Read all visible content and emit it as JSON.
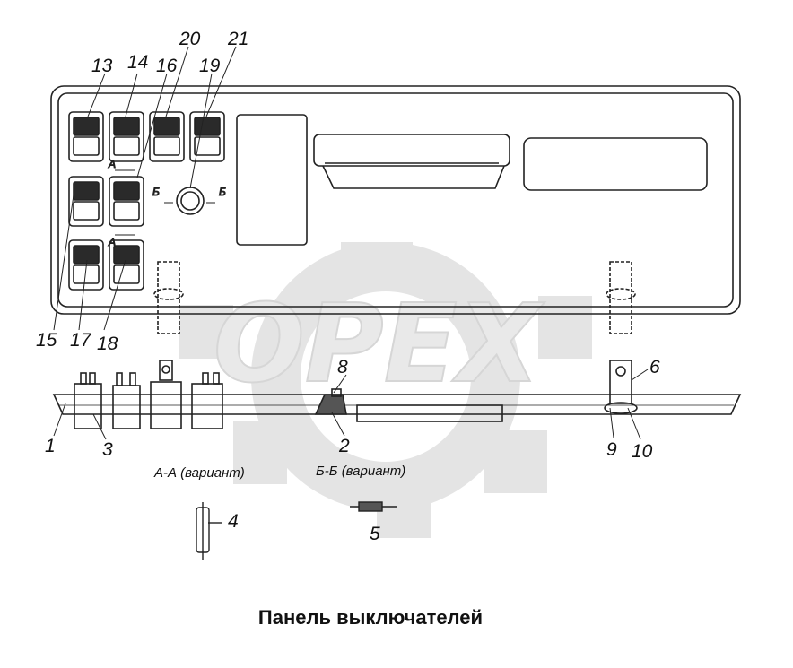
{
  "caption": "Панель выключателей",
  "watermark": {
    "text": "OPEX",
    "color": "#e0e0e0"
  },
  "section_labels": {
    "a_a": "А-А (вариант)",
    "b_b": "Б-Б (вариант)"
  },
  "section_markers": {
    "a": "А",
    "b": "Б"
  },
  "callouts": {
    "n1": "1",
    "n2": "2",
    "n3": "3",
    "n4": "4",
    "n5": "5",
    "n6": "6",
    "n8": "8",
    "n9": "9",
    "n10": "10",
    "n13": "13",
    "n14": "14",
    "n15": "15",
    "n16": "16",
    "n17": "17",
    "n18": "18",
    "n19": "19",
    "n20": "20",
    "n21": "21"
  }
}
